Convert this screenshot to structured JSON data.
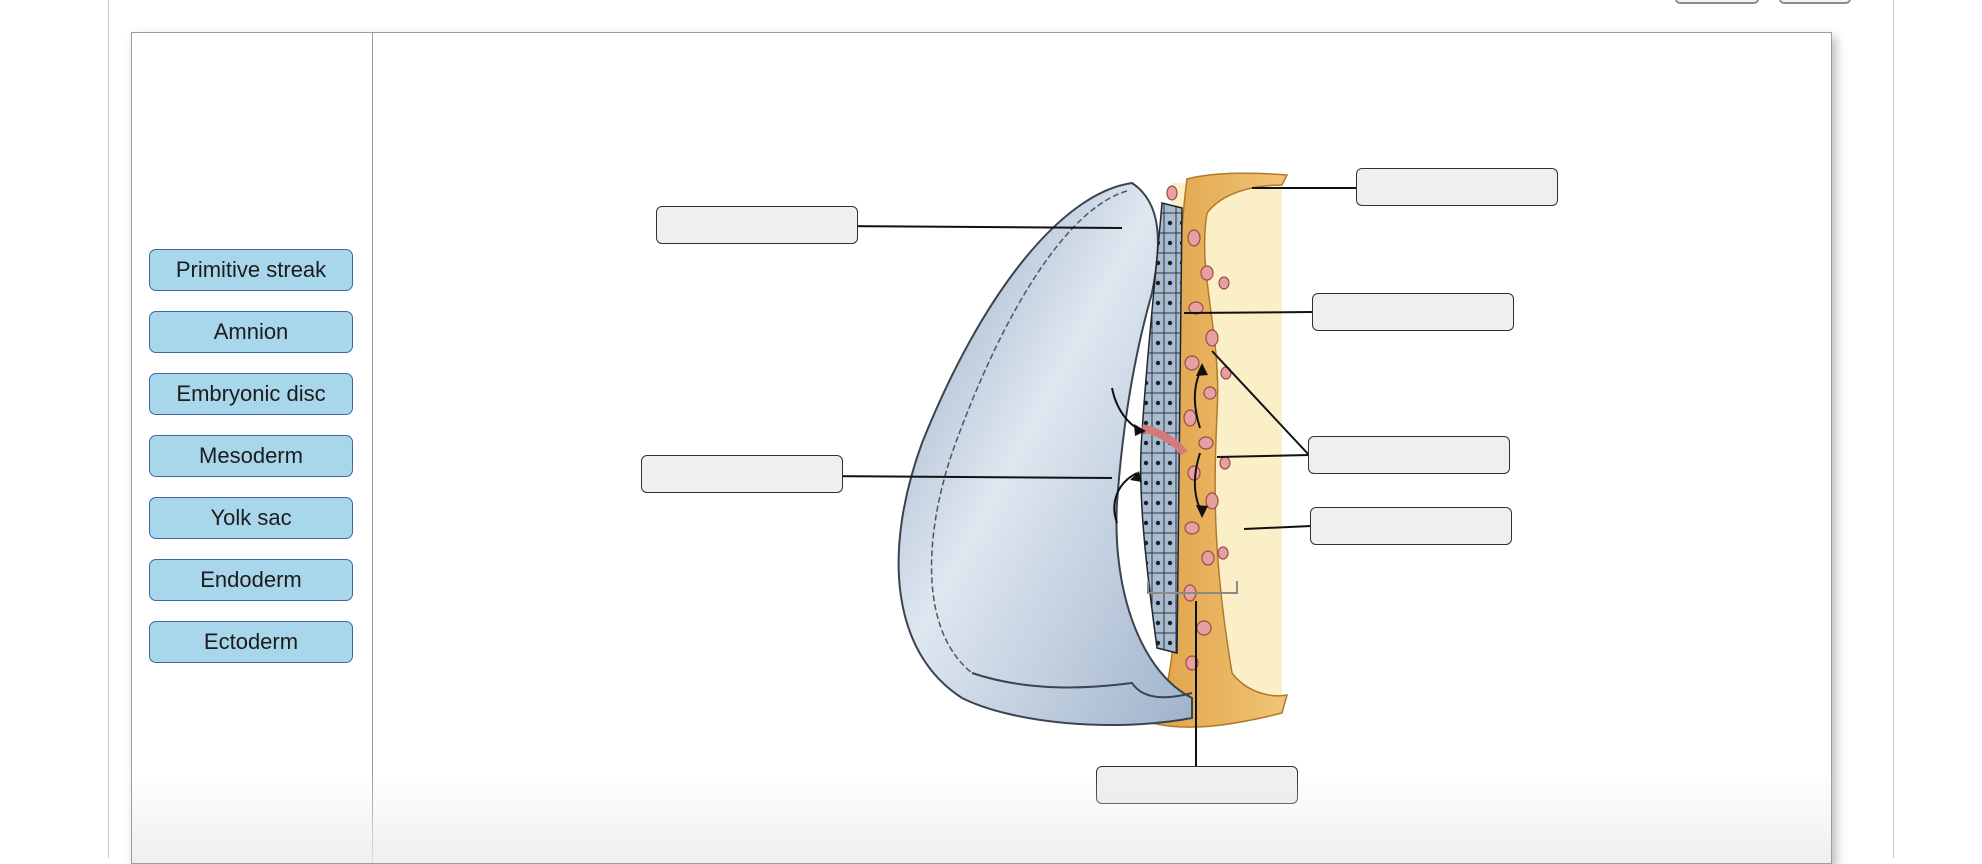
{
  "label_bank": [
    {
      "label": "Primitive streak"
    },
    {
      "label": "Amnion"
    },
    {
      "label": "Embryonic disc"
    },
    {
      "label": "Mesoderm"
    },
    {
      "label": "Yolk sac"
    },
    {
      "label": "Endoderm"
    },
    {
      "label": "Ectoderm"
    }
  ],
  "drop_targets": [
    {
      "value": ""
    },
    {
      "value": ""
    },
    {
      "value": ""
    },
    {
      "value": ""
    },
    {
      "value": ""
    },
    {
      "value": ""
    },
    {
      "value": ""
    }
  ],
  "colors": {
    "chip_fill": "#a8d6ea",
    "chip_border": "#3f66a6",
    "target_fill": "#eeeff0",
    "target_border": "#2e3138",
    "amnion_blue": "#b9c9dc",
    "yolk_tan": "#e7b25f",
    "yolk_light": "#fbefc7",
    "cell_pink": "#e7a0a0"
  }
}
